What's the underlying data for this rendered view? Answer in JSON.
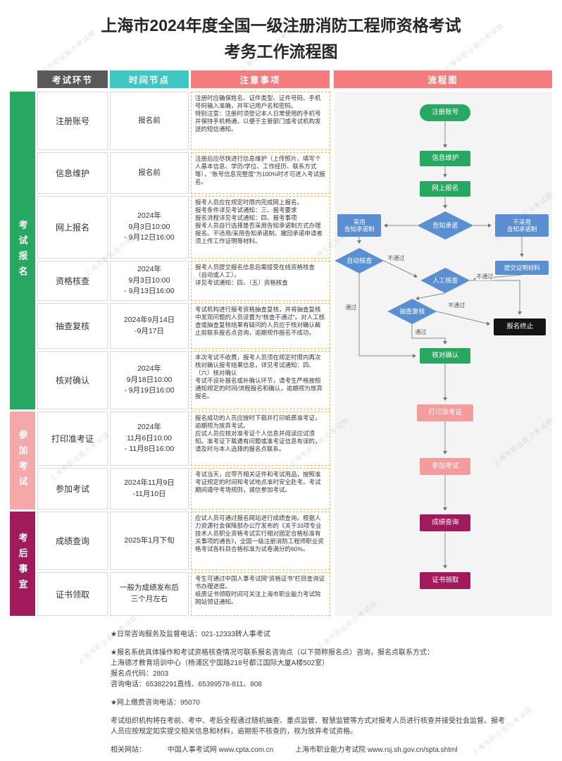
{
  "title": {
    "line1": "上海市2024年度全国一级注册消防工程师资格考试",
    "line2": "考务工作流程图"
  },
  "watermark": "上海市职业能力考试院",
  "colors": {
    "green": "#27a860",
    "blue": "#5b8fd4",
    "pink": "#f49c9c",
    "maroon": "#a11a5b",
    "teal_header": "#3fc8c3",
    "salmon_header": "#f47c7c",
    "gray_header": "#595959"
  },
  "table": {
    "headers": {
      "stage": "考试环节",
      "time": "时间节点",
      "notes": "注意事项",
      "flow": "流程图"
    },
    "groups": [
      {
        "label": "考试报名"
      },
      {
        "label": "参加考试"
      },
      {
        "label": "考后事宜"
      }
    ],
    "rows": [
      {
        "stage": "注册账号",
        "time": "报名前",
        "notes": "注册时应确保姓名、证件类型、证件号码、手机号码输入准确，并牢记用户名和密码。\n特别注意：注册时须登记本人日常使用的手机号并保持手机畅通，以便于主管部门或考试机构发送的短信通知。"
      },
      {
        "stage": "信息维护",
        "time": "报名前",
        "notes": "注册后应尽快进行信息维护（上传照片、填写个人基本信息、学历/学位、工作经历、联系方式等），“账号信息完整度”为100%时才可进入考试报名。"
      },
      {
        "stage": "网上报名",
        "time": "2024年\n9月3日10:00\n- 9月12日16:00",
        "notes": "报考人员应在规定时限内完成网上报名。\n报考条件详见考试通知：三、报考要求\n报名流程详见考试通知：四、报考事项\n报考人员自行选择是否采用告知承诺制方式办理报名。不适用/采用告知承诺制、撤回承诺申请者须上传工作证明等材料。"
      },
      {
        "stage": "资格核查",
        "time": "2024年\n9月3日10:00\n- 9月13日16:00",
        "notes": "报考人员提交报名信息后需接受在线资格核查（自动或人工）。\n详见考试通知：四、（五）资格核查"
      },
      {
        "stage": "抽查复核",
        "time": "2024年9月14日\n-9月17日",
        "notes": "考试机构进行报考资格抽查复核，并将抽查复核中发现问题的人员设置为“核查不通过”。对人工核查或抽查复核结果有疑问的人员应于核对确认截止前联系报名点咨询，逾期视作报名不成功。"
      },
      {
        "stage": "核对确认",
        "time": "2024年\n9月18日10:00\n- 9月19日16:00",
        "notes": "本次考试不收费，报考人员须在规定时限内再次核对确认报考结果信息，详见考试通知：四、（六）核对确认\n考试不设补报名或补确认环节，请考生严格按照通知规定的时间/流程报名和确认，逾期视为放弃报名。"
      },
      {
        "stage": "打印准考证",
        "time": "2024年\n11月6日10:00\n- 11月8日16:00",
        "notes": "报名成功的人员应按时下载并打印纸质准考证，逾期视为放弃考试。\n应试人员应核对准考证个人信息并阅读应试须知。准考证下载遇有问题或准考证信息有误的，请及时与本人选择的报名点联系。"
      },
      {
        "stage": "参加考试",
        "time": "2024年11月9日\n-11月10日",
        "notes": "考试当天，应带齐相关证件和考试用品，按照准考证规定的时间和考试地点准时安全赴考。考试期间遵守考场规则，诚信参加考试。"
      },
      {
        "stage": "成绩查询",
        "time": "2025年1月下旬",
        "notes": "应试人员可通过报名网站进行成绩查询。根据人力资源社会保障部办公厅发布的《关于33项专业技术人员职业资格考试实行相对固定合格标准有关事项的通告》，全国一级注册消防工程师职业资格考试各科目合格标准为试卷满分的60%。"
      },
      {
        "stage": "证书领取",
        "time": "一般为成绩发布后\n三个月左右",
        "notes": "考生可通过中国人事考试网“资格证书”栏目查询证书办理进度。\n纸质证书领取时间可关注上海市职业能力考试院网站领证通知。"
      }
    ]
  },
  "flow": {
    "nodes": {
      "register": {
        "label": "注册账号"
      },
      "info": {
        "label": "信息维护"
      },
      "signup": {
        "label": "网上报名"
      },
      "promise": {
        "label": "告知承诺"
      },
      "adopt": {
        "label": "采用\n告知承诺制"
      },
      "notadopt": {
        "label": "不采用\n告知承诺制"
      },
      "auto": {
        "label": "自动核查"
      },
      "submit": {
        "label": "提交证明材料"
      },
      "manual": {
        "label": "人工核查"
      },
      "spot": {
        "label": "抽查复核"
      },
      "terminate": {
        "label": "报名终止"
      },
      "confirm": {
        "label": "核对确认"
      },
      "print": {
        "label": "打印准考证"
      },
      "attend": {
        "label": "参加考试"
      },
      "score": {
        "label": "成绩查询"
      },
      "cert": {
        "label": "证书领取"
      }
    },
    "edge_labels": {
      "pass": "通过",
      "fail": "不通过"
    }
  },
  "footer": {
    "line1": "★日常咨询服务及监督电话：021-12333转人事考试",
    "line2": "★报名系统具体操作和考试资格核查情况可联系报名咨询点（以下简称报名点）咨询，报名点联系方式：",
    "line3": "上海德才教育培训中心（杨浦区宁国路218号都江国际大厦A楼502室）",
    "line4": "报名点代码：2803",
    "line5": "咨询电话：65382291直线、65399578-811、808",
    "line6": "★网上缴费咨询电话：95070",
    "line7": "考试组织机构将在考前、考中、考后全程通过随机抽查、重点监管、智慧监管等方式对报考人员进行核查并接受社会监督。报考人员应按规定如实提交相关信息和材料，逾期拒不核查的，视为放弃考试资格。",
    "sites_prefix": "相关网站：",
    "site1_name": "中国人事考试网 www.cpta.com.cn",
    "site2_name": "上海市职业能力考试院 www.rsj.sh.gov.cn/spta.shtml"
  }
}
